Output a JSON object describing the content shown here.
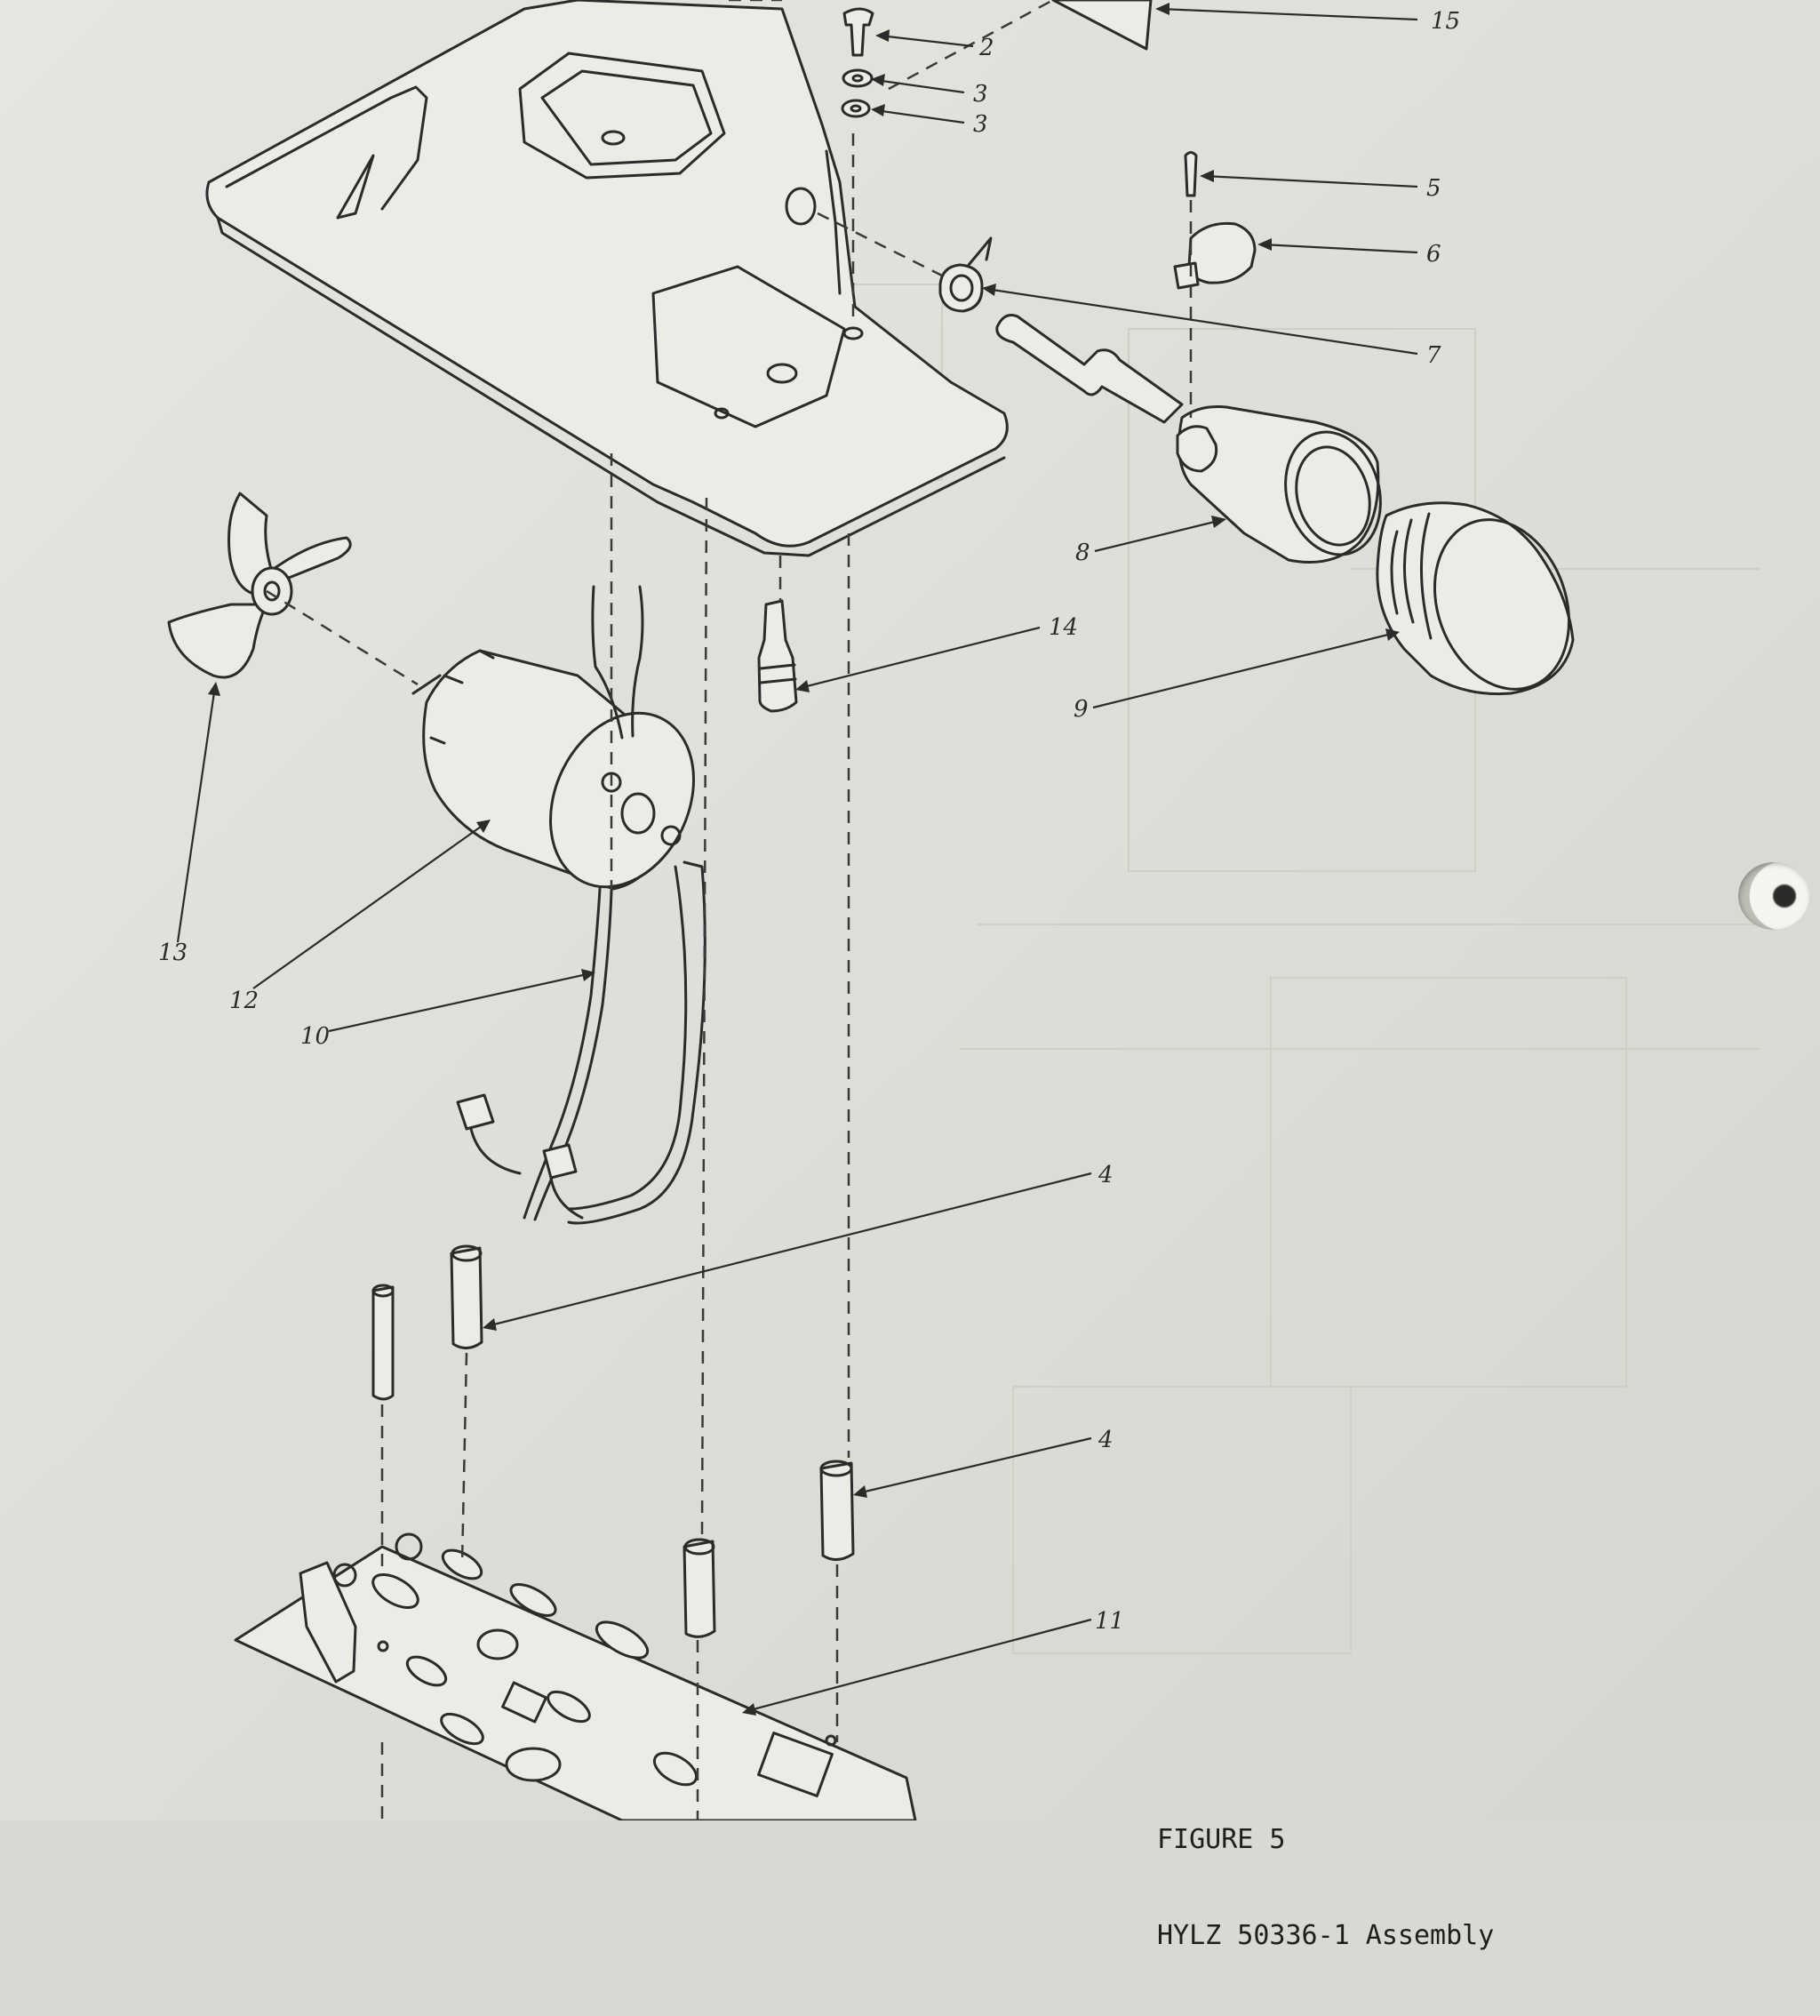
{
  "figure": {
    "title": "FIGURE 5",
    "subtitle": "HYLZ 50336-1 Assembly"
  },
  "callouts": [
    "15",
    "2",
    "3",
    "3",
    "5",
    "6",
    "7",
    "8",
    "14",
    "9",
    "13",
    "12",
    "10",
    "4",
    "4",
    "11"
  ],
  "parts": [
    "mounting-bracket",
    "screw",
    "washer",
    "lockwasher",
    "pin",
    "lamp-cap",
    "clamp",
    "lamp-socket",
    "lens",
    "wire-harness",
    "circuit-board",
    "motor",
    "fan-propeller",
    "connector-plug",
    "plate",
    "spacer",
    "spacer",
    "spacer",
    "spacer"
  ]
}
